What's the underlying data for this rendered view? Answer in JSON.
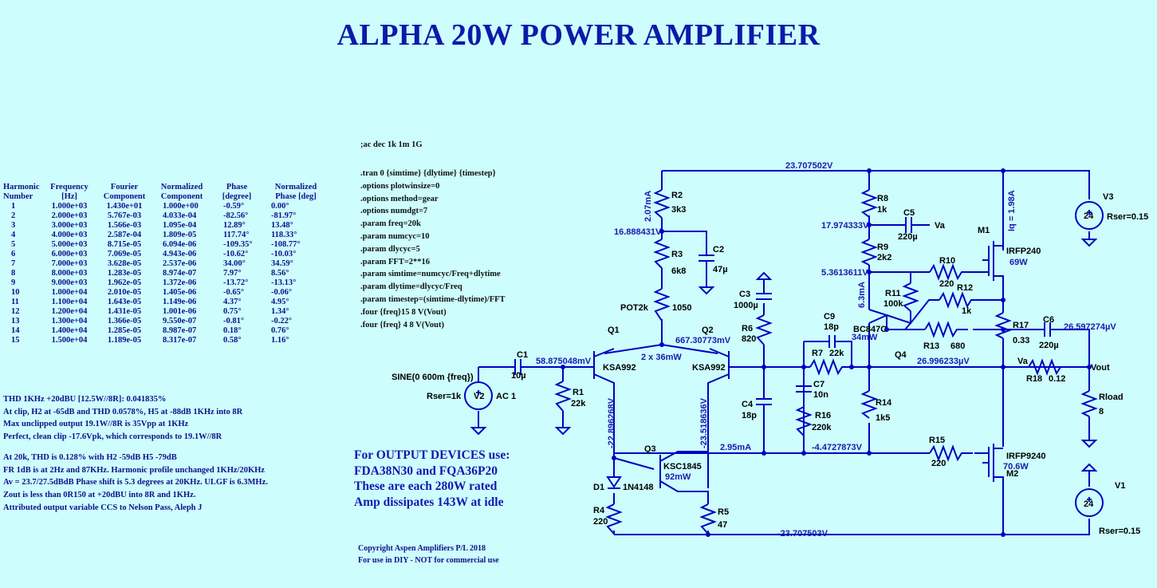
{
  "title": "ALPHA 20W POWER AMPLIFIER",
  "harmonics": {
    "headers": [
      [
        "Harmonic",
        "Number"
      ],
      [
        "Frequency",
        "[Hz]"
      ],
      [
        "Fourier",
        "Component"
      ],
      [
        "Normalized",
        "Component"
      ],
      [
        "Phase",
        "[degree]"
      ],
      [
        "Normalized",
        "Phase [deg]"
      ]
    ],
    "rows": [
      [
        "1",
        "1.000e+03",
        "1.430e+01",
        "1.000e+00",
        "-0.59°",
        "0.00°"
      ],
      [
        "2",
        "2.000e+03",
        "5.767e-03",
        "4.033e-04",
        "-82.56°",
        "-81.97°"
      ],
      [
        "3",
        "3.000e+03",
        "1.566e-03",
        "1.095e-04",
        "12.89°",
        "13.48°"
      ],
      [
        "4",
        "4.000e+03",
        "2.587e-04",
        "1.809e-05",
        "117.74°",
        "118.33°"
      ],
      [
        "5",
        "5.000e+03",
        "8.715e-05",
        "6.094e-06",
        "-109.35°",
        "-108.77°"
      ],
      [
        "6",
        "6.000e+03",
        "7.069e-05",
        "4.943e-06",
        "-10.62°",
        "-10.03°"
      ],
      [
        "7",
        "7.000e+03",
        "3.628e-05",
        "2.537e-06",
        "34.00°",
        "34.59°"
      ],
      [
        "8",
        "8.000e+03",
        "1.283e-05",
        "8.974e-07",
        "7.97°",
        "8.56°"
      ],
      [
        "9",
        "9.000e+03",
        "1.962e-05",
        "1.372e-06",
        "-13.72°",
        "-13.13°"
      ],
      [
        "10",
        "1.000e+04",
        "2.010e-05",
        "1.405e-06",
        "-0.65°",
        "-0.06°"
      ],
      [
        "11",
        "1.100e+04",
        "1.643e-05",
        "1.149e-06",
        "4.37°",
        "4.95°"
      ],
      [
        "12",
        "1.200e+04",
        "1.431e-05",
        "1.001e-06",
        "0.75°",
        "1.34°"
      ],
      [
        "13",
        "1.300e+04",
        "1.366e-05",
        "9.550e-07",
        "-0.81°",
        "-0.22°"
      ],
      [
        "14",
        "1.400e+04",
        "1.285e-05",
        "8.987e-07",
        "0.18°",
        "0.76°"
      ],
      [
        "15",
        "1.500e+04",
        "1.189e-05",
        "8.317e-07",
        "0.58°",
        "1.16°"
      ]
    ]
  },
  "notes1": [
    "THD 1KHz +20dBU [12.5W//8R]:   0.041835%",
    "At clip, H2 at -65dB and THD 0.0578%, H5 at -88dB 1KHz into 8R",
    "Max unclipped output 19.1W//8R is 35Vpp at 1KHz",
    "Perfect, clean clip -17.6Vpk, which corresponds to 19.1W//8R"
  ],
  "notes2": [
    "At 20k, THD is 0.128% with H2 -59dB  H5 -79dB",
    "FR 1dB is at  2Hz and 87KHz.  Harmonic profile unchanged 1KHz/20KHz",
    "Av = 23.7/27.5dBdB Phase shift is 5.3 degrees at 20KHz.  ULGF is 6.3MHz.",
    "Zout is less than 0R150 at +20dBU into 8R and 1KHz.",
    "Attributed output variable CCS to Nelson Pass, Aleph J"
  ],
  "ac_directive": ";ac dec 1k 1m 1G",
  "spice_directives": [
    ".tran 0 {simtime} {dlytime} {timestep}",
    ".options plotwinsize=0",
    ".options method=gear",
    ".options numdgt=7",
    ".param freq=20k",
    ".param numcyc=10",
    ".param dlycyc=5",
    ".param FFT=2**16",
    ".param simtime=numcyc/Freq+dlytime",
    ".param dlytime=dlycyc/Freq",
    ".param timestep=(simtime-dlytime)/FFT",
    ".four {freq}15 8 V(Vout)",
    ".four {freq} 4 8 V(Vout)"
  ],
  "output_devices": [
    "For OUTPUT DEVICES use:",
    "FDA38N30 and FQA36P20",
    "These are each 280W rated",
    "Amp dissipates 143W at idle"
  ],
  "copyright": [
    "Copyright Aspen Amplifiers P/L 2018",
    "For use in DIY - NOT for commercial use"
  ],
  "schematic": {
    "components": {
      "R2": [
        "R2",
        "3k3"
      ],
      "R3": [
        "R3",
        "6k8"
      ],
      "POT": [
        "POT2k",
        "1050"
      ],
      "C2": [
        "C2",
        "47µ"
      ],
      "C3": [
        "C3",
        "1000µ"
      ],
      "R6": [
        "R6",
        "820"
      ],
      "C9": [
        "C9",
        "18p"
      ],
      "R7": [
        "R7",
        "22k"
      ],
      "C7": [
        "C7",
        "10n"
      ],
      "R16": [
        "R16",
        "220k"
      ],
      "C4": [
        "C4",
        "18p"
      ],
      "R8": [
        "R8",
        "1k"
      ],
      "R9": [
        "R9",
        "2k2"
      ],
      "C5": [
        "C5",
        "220µ"
      ],
      "R10": [
        "R10",
        "220"
      ],
      "R11": [
        "R11",
        "100k"
      ],
      "R12": [
        "R12",
        "1k"
      ],
      "R13": [
        "R13",
        "680"
      ],
      "R14": [
        "R14",
        "1k5"
      ],
      "R15": [
        "R15",
        "220"
      ],
      "R17": [
        "R17",
        "0.33"
      ],
      "C6": [
        "C6",
        "220µ"
      ],
      "R18": [
        "R18",
        "0.12"
      ],
      "Rload": [
        "Rload",
        "8"
      ],
      "C1": [
        "C1",
        "10µ"
      ],
      "R1": [
        "R1",
        "22k"
      ],
      "R4": [
        "R4",
        "220"
      ],
      "R5": [
        "R5",
        "47"
      ],
      "D1": [
        "D1",
        "1N4148"
      ],
      "Q1": [
        "Q1",
        "KSA992"
      ],
      "Q2": [
        "Q2",
        "KSA992"
      ],
      "Q3": [
        "Q3",
        "KSC1845"
      ],
      "Q4": [
        "Q4",
        "BC847C"
      ],
      "M1": [
        "M1",
        "IRFP240"
      ],
      "M2": [
        "M2",
        "IRFP9240"
      ],
      "V1": [
        "V1",
        "24",
        "Rser=0.15"
      ],
      "V3": [
        "V3",
        "24",
        "Rser=0.15"
      ],
      "V2": [
        "V2",
        "AC 1",
        "SINE(0 600m {freq})",
        "Rser=1k"
      ]
    },
    "annotations": {
      "v_rail_pos": "23.707502V",
      "v_rail_neg": "-23.707503V",
      "i_r2": "2.07mA",
      "v_node_r2": "16.888431V",
      "v_node_r8": "17.974333V",
      "v_node_r9": "5.3613611V",
      "i_q4": "6.3mA",
      "i_q": "Iq = 1.98A",
      "p_m1": "69W",
      "p_m2": "70.6W",
      "v_in": "58.875048mV",
      "v_q2b": "667.30773mV",
      "p_q12": "2 x 36mW",
      "p_q4": "34mW",
      "v_out_c6": "26.597274µV",
      "v_out_node": "26.996233µV",
      "v_q1c": "-22.896268V",
      "v_q2c": "-23.518636V",
      "i_ccs": "2.95mA",
      "v_neg_node": "-4.4727873V",
      "p_q3": "92mW",
      "net_va": "Va",
      "net_va2": "Va",
      "net_vout": "Vout"
    }
  }
}
